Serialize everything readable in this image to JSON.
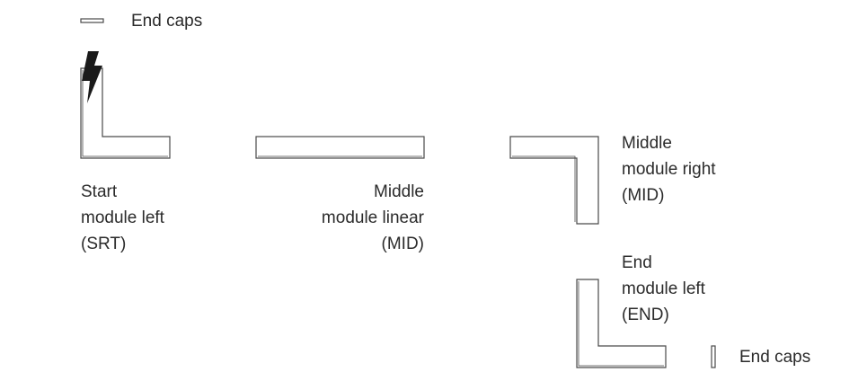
{
  "legend_top": {
    "label": "End caps"
  },
  "legend_bottom": {
    "label": "End caps"
  },
  "modules": {
    "start_left": {
      "lines": [
        "Start",
        "module left",
        "(SRT)"
      ]
    },
    "middle_linear": {
      "lines": [
        "Middle",
        "module linear",
        "(MID)"
      ]
    },
    "middle_right": {
      "lines": [
        "Middle",
        "module right",
        "(MID)"
      ]
    },
    "end_left": {
      "lines": [
        "End",
        "module left",
        "(END)"
      ]
    }
  },
  "colors": {
    "stroke": "#4a4a4a",
    "text": "#2b2b2b",
    "bolt": "#1a1a1a"
  },
  "icons": {
    "power": "lightning-bolt-icon"
  }
}
